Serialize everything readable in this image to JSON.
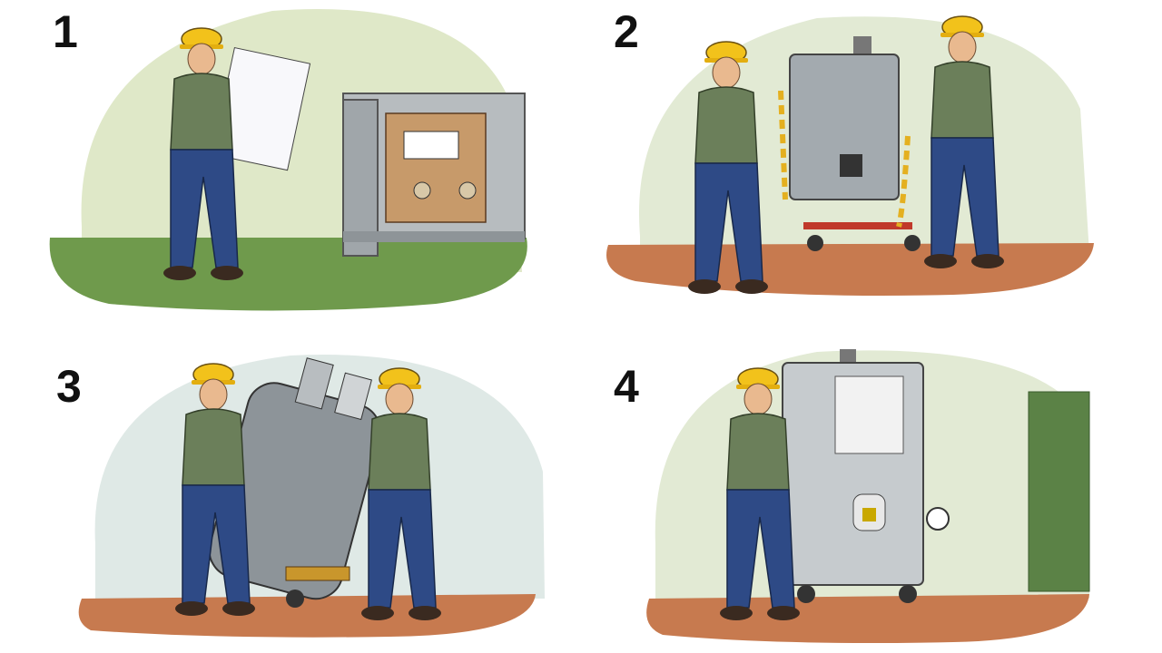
{
  "panels": [
    {
      "step": "1"
    },
    {
      "step": "2"
    },
    {
      "step": "3"
    },
    {
      "step": "4"
    }
  ],
  "colors": {
    "helmet": "#f2c21b",
    "shirt": "#6b7f5a",
    "pants": "#2e4a86",
    "gloves": "#c8402a",
    "metal": "#9aa1a6",
    "bg_green": "#dfe8c8",
    "grass": "#6f9a4c",
    "floor": "#c77a4f",
    "bg_blue": "#dfe9e6"
  }
}
